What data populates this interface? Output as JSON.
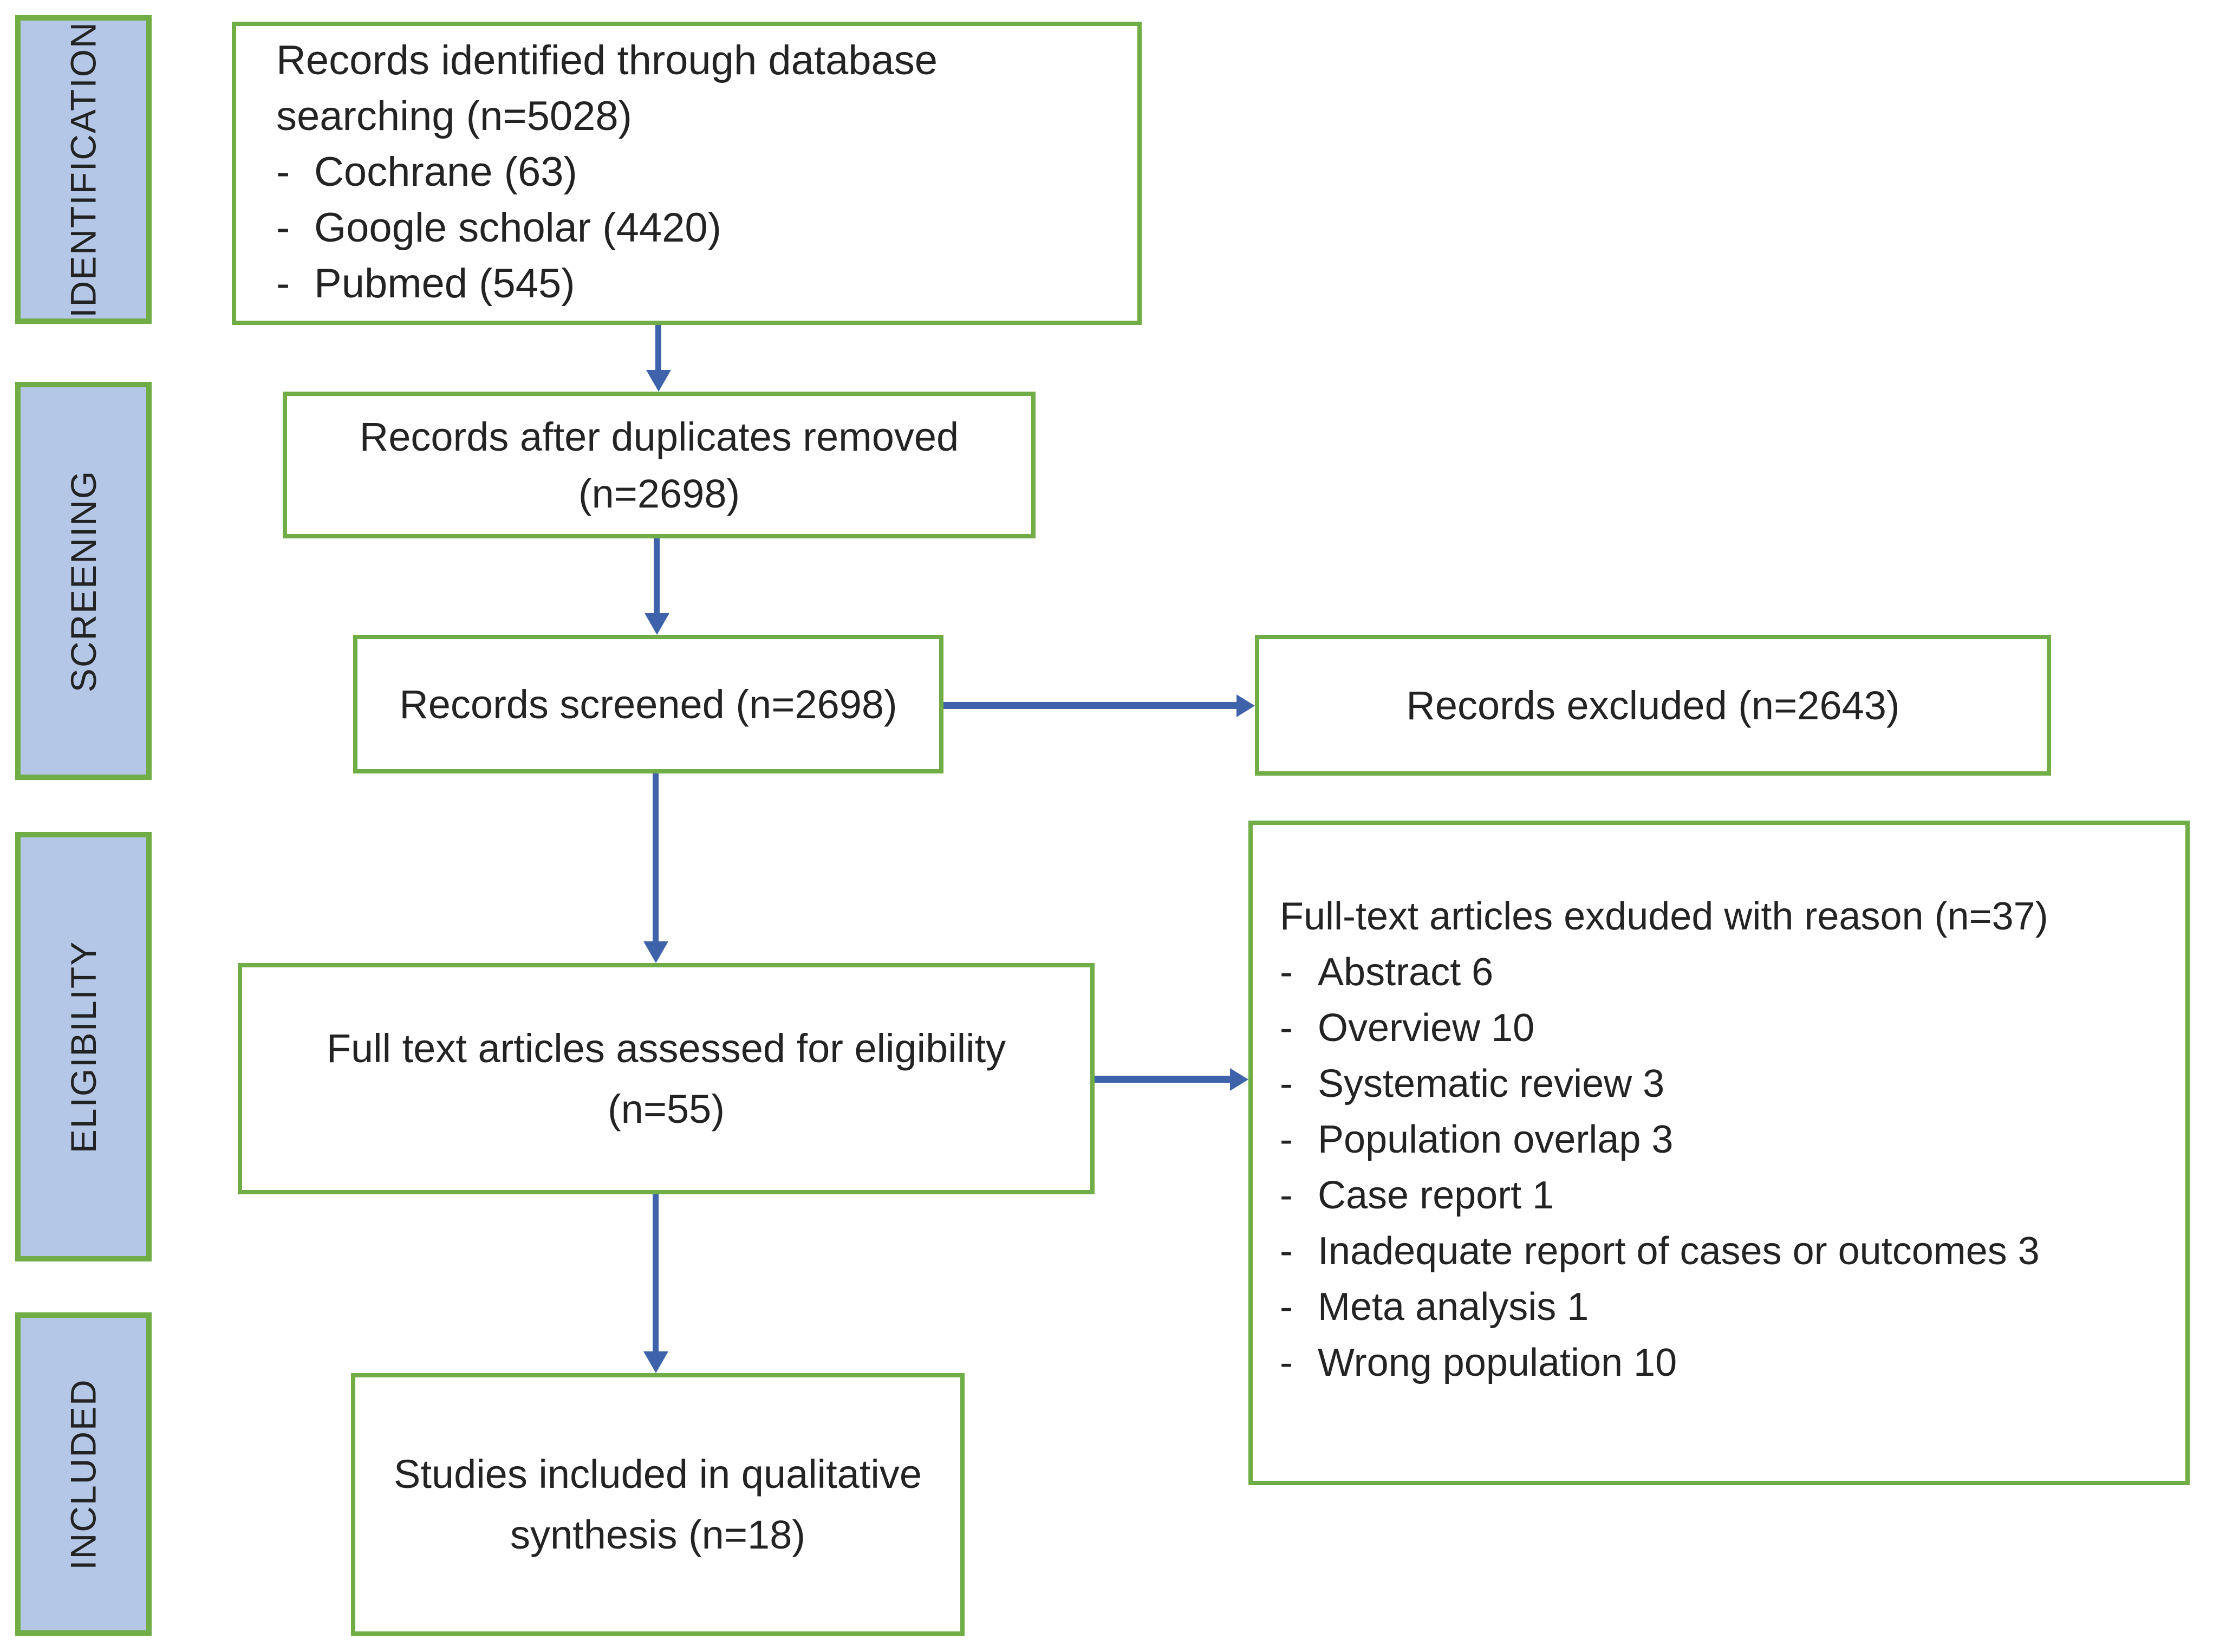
{
  "palette": {
    "background": "#FFFFFF",
    "box_border_green": "#70AD47",
    "stage_fill_blue": "#B4C7E7",
    "arrow_blue": "#3E63AB",
    "text_color": "#232323"
  },
  "list_marker": "-",
  "stages": [
    {
      "label": "IDENTIFICATION"
    },
    {
      "label": "SCREENING"
    },
    {
      "label": "ELIGIBILITY"
    },
    {
      "label": "INCLUDED"
    }
  ],
  "boxes": {
    "identified": {
      "lines": [
        "Records identified through database",
        "searching (n=5028)"
      ],
      "bullets": [
        "Cochrane (63)",
        "Google scholar (4420)",
        "Pubmed (545)"
      ]
    },
    "duplicates_removed": {
      "lines": [
        "Records after duplicates removed",
        "(n=2698)"
      ]
    },
    "screened": {
      "label": "Records screened (n=2698)"
    },
    "excluded": {
      "label": "Records excluded (n=2643)"
    },
    "full_text_assessed": {
      "lines": [
        "Full text articles assessed for eligibility",
        "(n=55)"
      ]
    },
    "excluded_with_reason": {
      "title": "Full-text articles exduded with reason (n=37)",
      "bullets": [
        "Abstract 6",
        "Overview 10",
        "Systematic review 3",
        "Population overlap 3",
        "Case report 1",
        "Inadequate report of cases or outcomes 3",
        "Meta analysis 1",
        "Wrong population 10"
      ]
    },
    "included_qualitative": {
      "lines": [
        "Studies included in qualitative",
        "synthesis (n=18)"
      ]
    }
  }
}
